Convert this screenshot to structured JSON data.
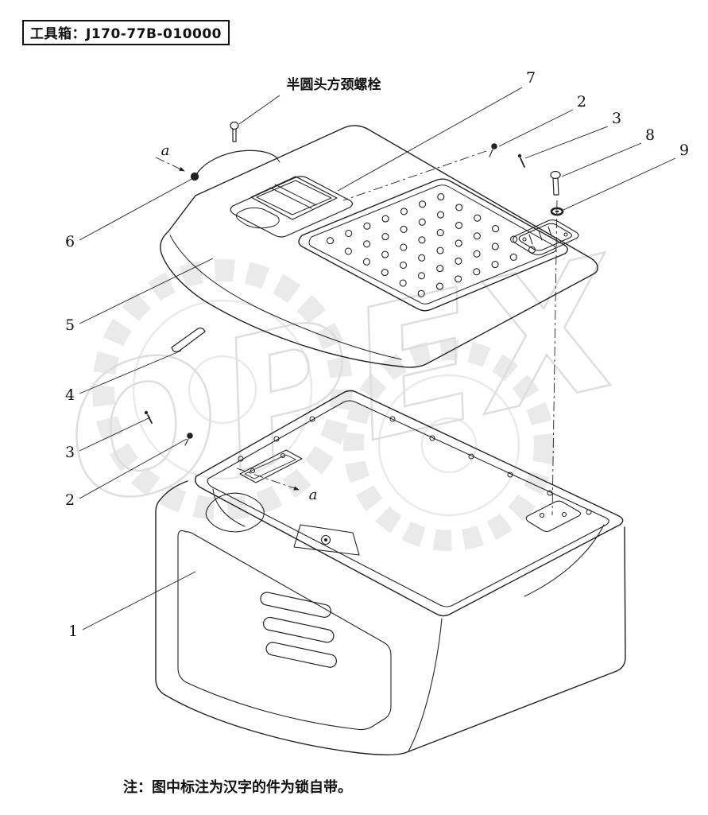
{
  "header": {
    "title": "工具箱：J170-77B-010000"
  },
  "labels": {
    "bolt": "半圆头方颈螺栓",
    "note": "注：图中标注为汉字的件为锁自带。"
  },
  "callouts": {
    "n7": "7",
    "n2_top": "2",
    "n3_top": "3",
    "n8": "8",
    "n9": "9",
    "n6": "6",
    "n5": "5",
    "n4": "4",
    "n3_left": "3",
    "n2_left": "2",
    "n1": "1"
  },
  "section_marks": {
    "a_top": "a",
    "a_bottom": "a"
  },
  "watermark": {
    "text": "OPEX",
    "color": "#c4c4c4"
  }
}
